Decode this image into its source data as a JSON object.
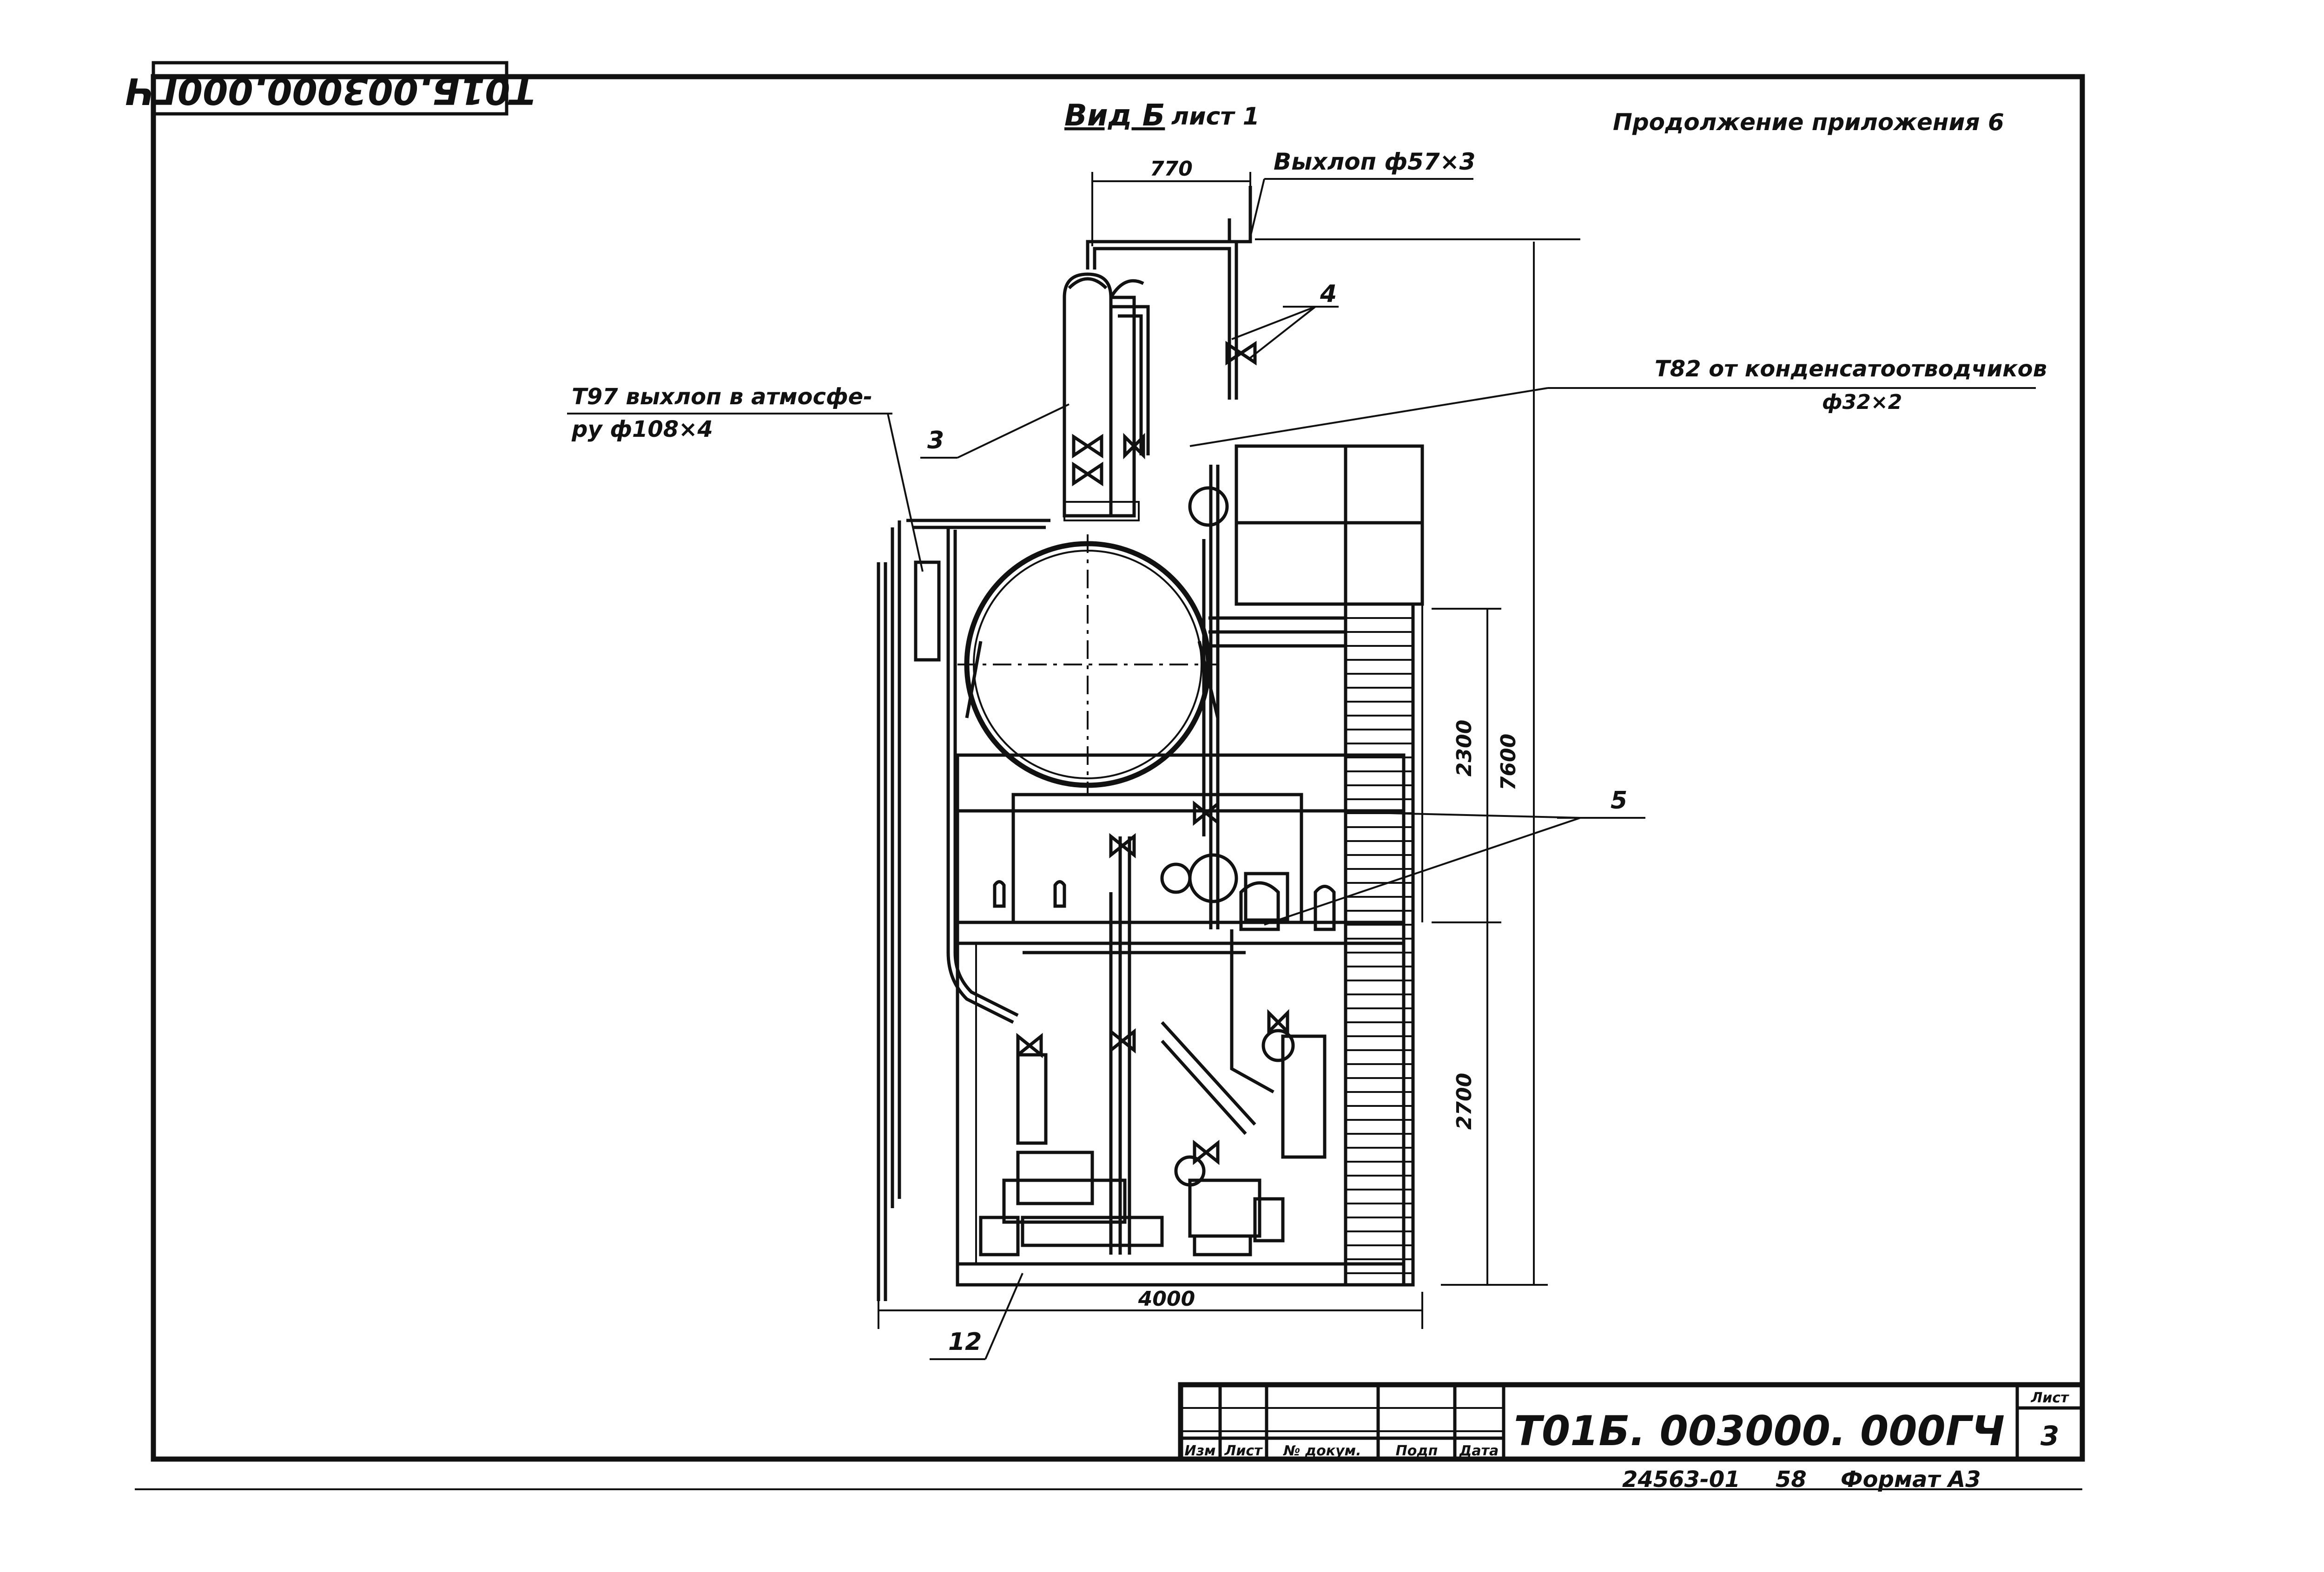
{
  "header": {
    "stamp_rotated": "Т01Б.003000.000ГЧ",
    "view_title": "Вид Б",
    "view_sheet": "лист 1",
    "continuation": "Продолжение приложения 6"
  },
  "callouts": {
    "exhaust_top": "Выхлоп ф57×3",
    "exhaust_atm_line1": "Т97 выхлоп в атмосфе-",
    "exhaust_atm_line2": "ру ф108×4",
    "condensate_line1": "Т82 от конденсатоотводчиков",
    "condensate_line2": "ф32×2",
    "item_3": "3",
    "item_4": "4",
    "item_5": "5",
    "item_12": "12"
  },
  "dimensions": {
    "top_width": "770",
    "height_upper": "2300",
    "height_total": "7600",
    "height_lower": "2700",
    "base_width": "4000"
  },
  "title_block": {
    "col_izm": "Изм",
    "col_list": "Лист",
    "col_doc": "№ докум.",
    "col_sign": "Подп",
    "col_date": "Дата",
    "designation": "Т01Б. 003000. 000ГЧ",
    "sheet_label": "Лист",
    "sheet_number": "3",
    "archive_number": "24563-01",
    "archive_page": "58",
    "format": "Формат А3"
  }
}
